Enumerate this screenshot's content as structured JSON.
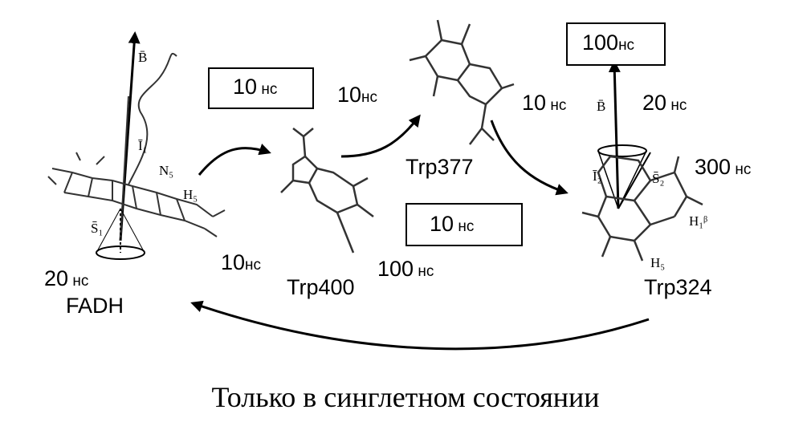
{
  "molecules": {
    "fadh": {
      "name": "FADH",
      "labels": [
        "B̄",
        "Ī₁",
        "N₅",
        "H₅",
        "S̄₁"
      ]
    },
    "trp400": {
      "name": "Trp400"
    },
    "trp377": {
      "name": "Trp377"
    },
    "trp324": {
      "name": "Trp324",
      "labels": [
        "B̄",
        "Ī₂",
        "S̄₂",
        "H₁ᵝ",
        "H₅"
      ]
    }
  },
  "times": {
    "box_fadh_trp400": "10",
    "fadh_trp400": "10",
    "trp400_trp377": "10",
    "trp377_trp324": "10",
    "box_trp324": "100",
    "trp324_b": "20",
    "trp324_side": "300",
    "box_middle": "10",
    "fadh_bottom": "10",
    "trp400_bottom": "100",
    "fadh_left": "20"
  },
  "unit": "нс",
  "caption": "Только в синглетном состоянии"
}
